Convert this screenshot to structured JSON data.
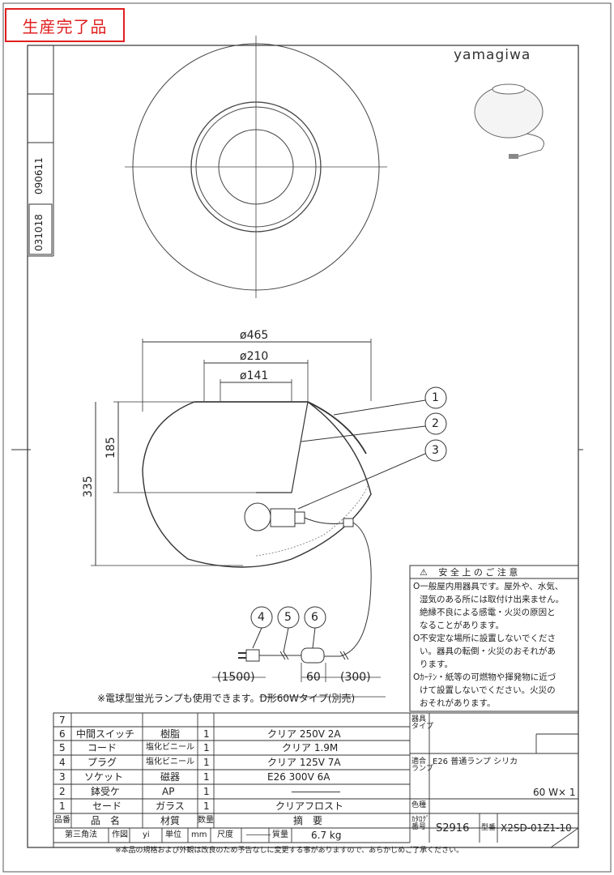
{
  "status_badge": "生産完了品",
  "brand": "yamagiwa",
  "side_codes": [
    "090611",
    "031018"
  ],
  "dimensions": {
    "d465": "ø465",
    "d210": "ø210",
    "d141": "ø141",
    "h185": "185",
    "h335": "335",
    "cord_len": "(1500)",
    "switch_len": "60",
    "tail_len": "(300)"
  },
  "callouts": [
    "1",
    "2",
    "3",
    "4",
    "5",
    "6"
  ],
  "note": "※電球型蛍光ランプも使用できます。D形60Wタイプ(別売)",
  "safety": {
    "title": "安 全 上 の ご 注 意",
    "lines": [
      "O一般屋内用器具です。屋外や、水気、",
      "湿気のある所には取付け出来ません。",
      "絶縁不良による感電・火災の原因と",
      "なることがあります。",
      "O不安定な場所に設置しないでくださ",
      "い。器具の転倒・火災のおそれがあ",
      "ります。",
      "Oｶｰﾃﾝ・紙等の可燃物や揮発物に近づ",
      "けて設置しないでください。火災の",
      "おそれがあります。"
    ]
  },
  "parts": [
    {
      "no": "7",
      "name": "",
      "material": "",
      "qty": "",
      "spec": ""
    },
    {
      "no": "6",
      "name": "中間スイッチ",
      "material": "樹脂",
      "qty": "1",
      "spec": "クリア 250V 2A"
    },
    {
      "no": "5",
      "name": "コード",
      "material": "塩化ビニール",
      "qty": "1",
      "spec": "クリア 1.9M"
    },
    {
      "no": "4",
      "name": "プラグ",
      "material": "塩化ビニール",
      "qty": "1",
      "spec": "クリア 125V 7A"
    },
    {
      "no": "3",
      "name": "ソケット",
      "material": "磁器",
      "qty": "1",
      "spec": "E26 300V 6A"
    },
    {
      "no": "2",
      "name": "鉢受ケ",
      "material": "AP",
      "qty": "1",
      "spec": "―――――"
    },
    {
      "no": "1",
      "name": "セード",
      "material": "ガラス",
      "qty": "1",
      "spec": "クリアフロスト"
    }
  ],
  "table_headers": {
    "no": "品番",
    "name": "品　名",
    "material": "材質",
    "qty": "数量",
    "spec": "摘　要"
  },
  "right_labels": {
    "fixture_type": "器具\nタイプ",
    "lamp": "適合\nランプ",
    "color": "色種",
    "catalog": "ｶﾀﾛｸﾞ\n番号",
    "model_label": "型番"
  },
  "lamp_spec": "E26 普通ランプ シリカ",
  "lamp_watt": "60 W× 1",
  "catalog_no": "S2916",
  "model_no": "X2SD-01Z1-10",
  "footer_row": {
    "projection": "第三角法",
    "drawn_label": "作図",
    "drawn_by": "yi",
    "unit_label": "単位",
    "unit": "mm",
    "scale_label": "尺度",
    "scale": "―――",
    "weight_label": "質量",
    "weight": "6.7 kg"
  },
  "disclaimer": "※本品の規格および外観は改良のため予告なしに変更する事がありますので、あらかじめご了承ください。"
}
